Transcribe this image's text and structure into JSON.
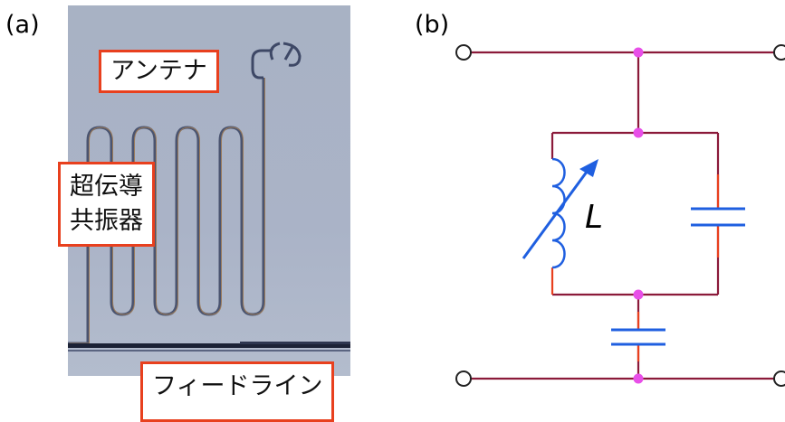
{
  "panel_a": {
    "label": "(a)",
    "callout_antenna": "アンテナ",
    "callout_resonator": "超伝導\n共振器",
    "callout_feedline": "フィードライン"
  },
  "panel_b": {
    "label": "(b)",
    "inductor_label": "L"
  },
  "colors": {
    "callout_border": "#e8401e",
    "wire": "#8b1a3a",
    "node": "#e84fe8",
    "component": "#1f5fe0",
    "photo_bg": "#a9b3c7"
  }
}
